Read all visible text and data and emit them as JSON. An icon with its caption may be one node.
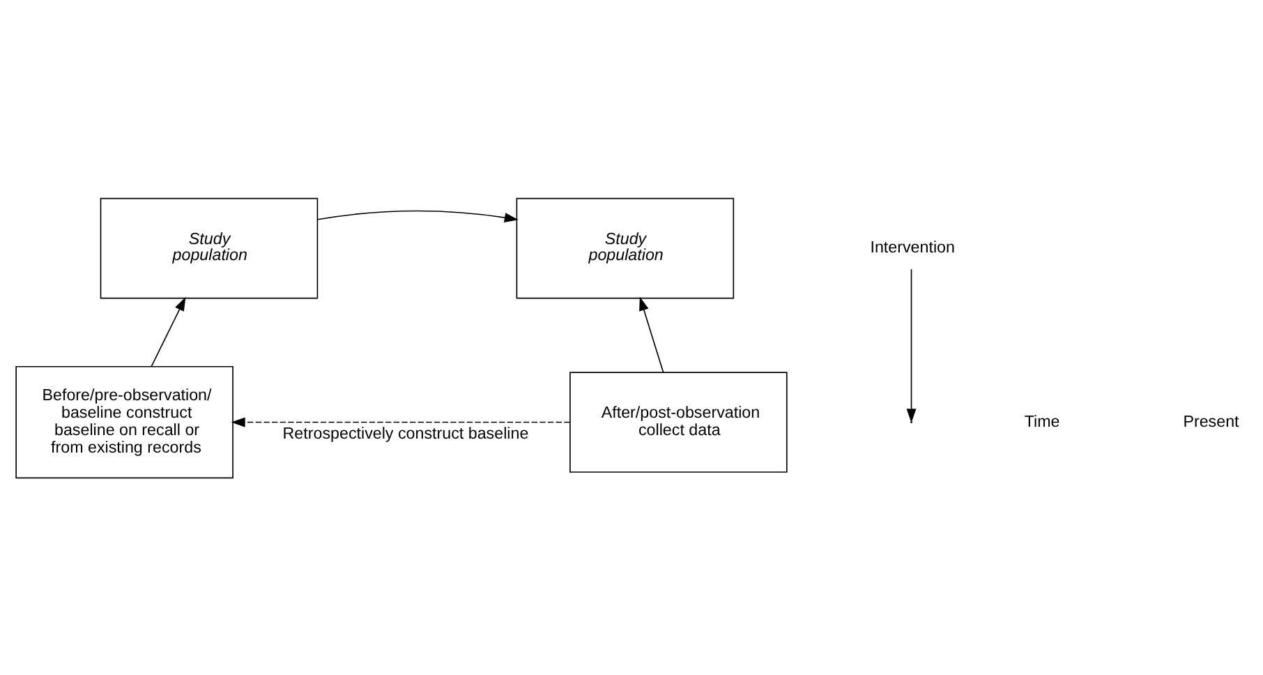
{
  "diagram": {
    "nodes": [
      {
        "text": [
          "Study population"
        ]
      },
      {
        "text": [
          "Study population"
        ]
      },
      {
        "text": [
          "Before/pre-observation/ baseline construct baseline on recall or from existing records"
        ]
      },
      {
        "text": [
          "After/post-observation collect data"
        ]
      },
      {
        "text": [
          "Intervention"
        ]
      }
    ],
    "edges": [
      {
        "from": 0,
        "to": 1,
        "arrow": "to"
      },
      {
        "from": 4,
        "to": null,
        "arrow": "to"
      },
      {
        "from": 2,
        "to": 0,
        "arrow": "to"
      },
      {
        "from": 3,
        "to": 1,
        "arrow": "to"
      },
      {
        "from": 3,
        "to": 2,
        "arrow": "to",
        "style": "dashed",
        "label": "Retrospectively construct baseline"
      }
    ],
    "labels": [
      "Time",
      "Present"
    ]
  }
}
